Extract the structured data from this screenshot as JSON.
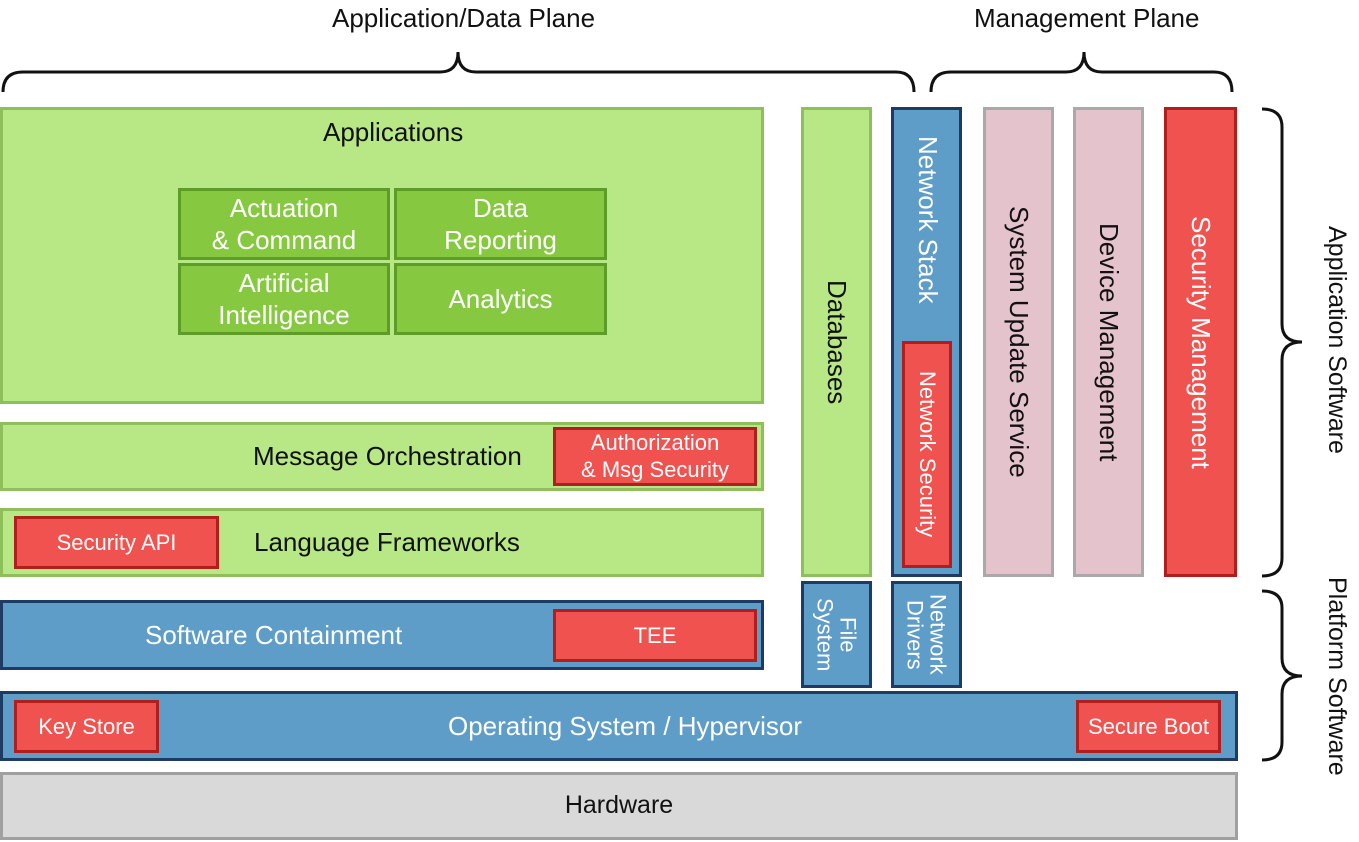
{
  "planes": {
    "application_data": "Application/Data Plane",
    "management": "Management Plane"
  },
  "side_labels": {
    "application_software": "Application Software",
    "platform_software": "Platform Software"
  },
  "applications": {
    "title": "Applications",
    "actuation": "Actuation\n& Command",
    "data_reporting": "Data\nReporting",
    "ai": "Artificial\nIntelligence",
    "analytics": "Analytics"
  },
  "message_orchestration": {
    "label": "Message Orchestration",
    "security": "Authorization\n& Msg Security"
  },
  "language_frameworks": {
    "label": "Language Frameworks",
    "security_api": "Security API"
  },
  "software_containment": {
    "label": "Software Containment",
    "tee": "TEE"
  },
  "os": {
    "label": "Operating System / Hypervisor",
    "key_store": "Key Store",
    "secure_boot": "Secure Boot"
  },
  "hardware": "Hardware",
  "databases": "Databases",
  "file_system": "File\nSystem",
  "network_stack": "Network Stack",
  "network_security": "Network Security",
  "network_drivers": "Network\nDrivers",
  "system_update": "System Update Service",
  "device_management": "Device Management",
  "security_management": "Security Management"
}
